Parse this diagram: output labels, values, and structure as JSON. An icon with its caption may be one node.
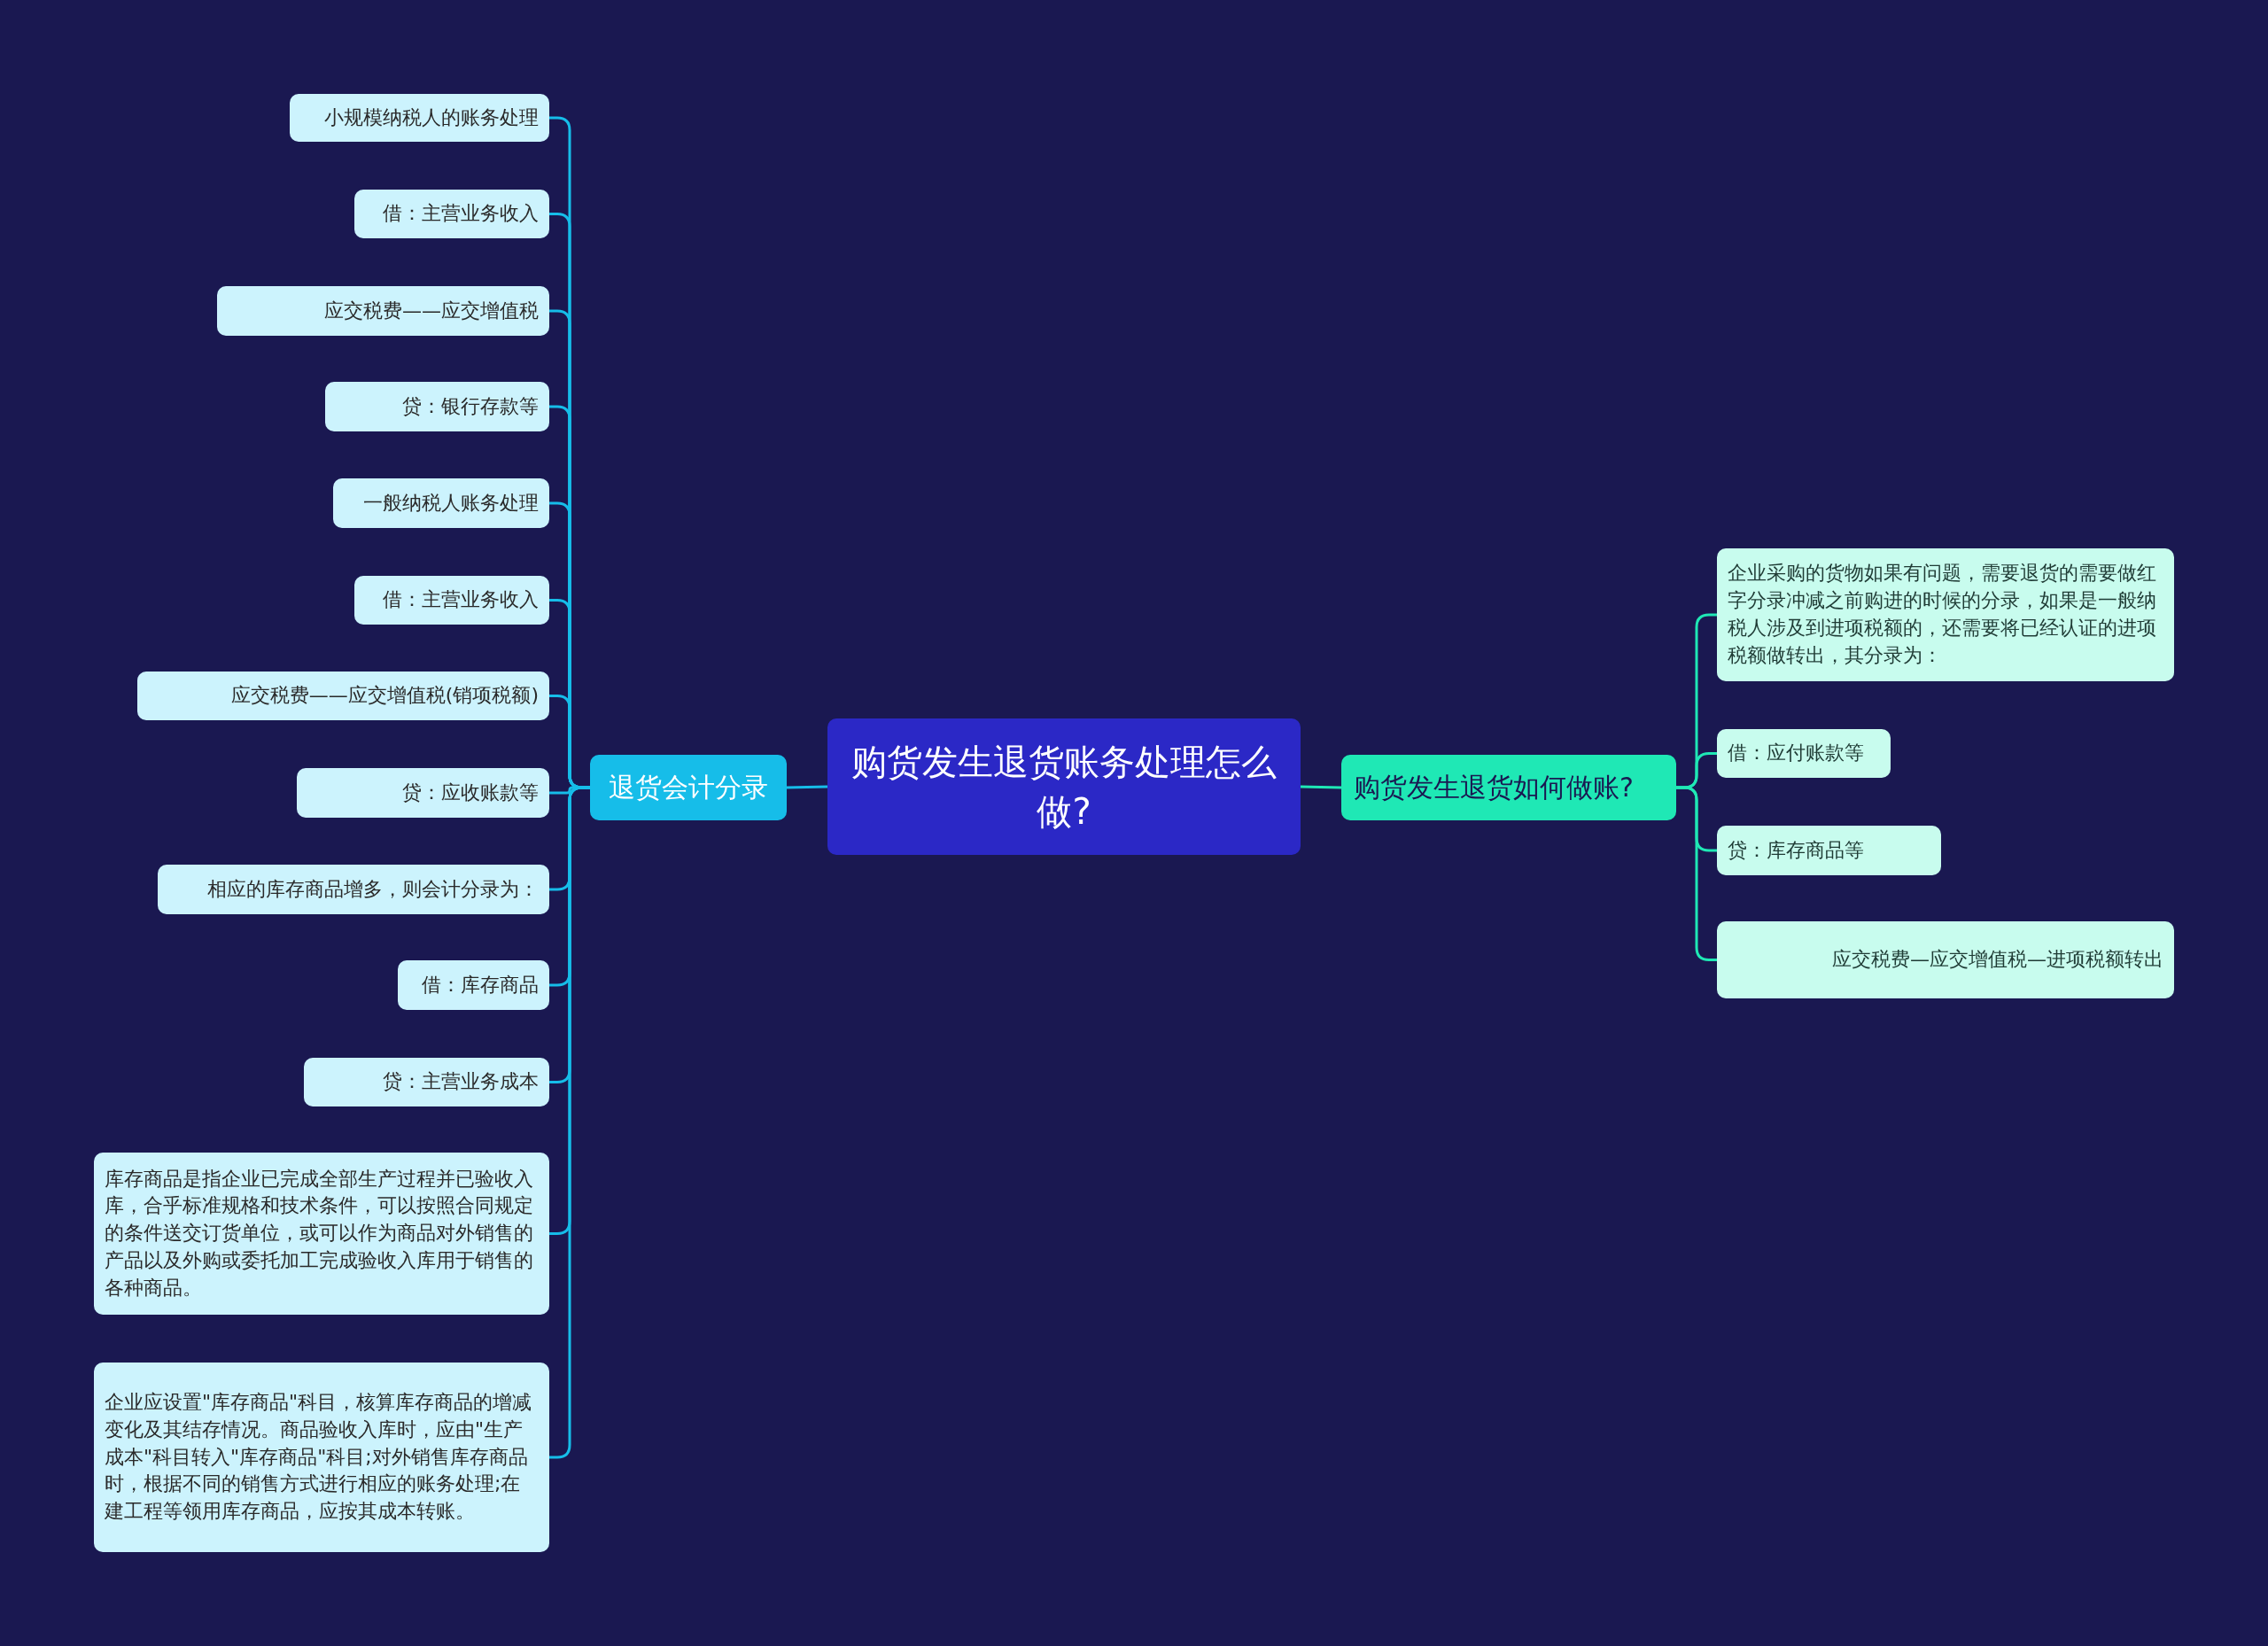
{
  "diagram": {
    "nodes": [
      {
        "text": [
          "购货发生退货账务处理怎么做?"
        ]
      },
      {
        "text": [
          "退货会计分录"
        ]
      },
      {
        "text": [
          "小规模纳税人的账务处理"
        ]
      },
      {
        "text": [
          "借：主营业务收入"
        ]
      },
      {
        "text": [
          "应交税费——应交增值税"
        ]
      },
      {
        "text": [
          "贷：银行存款等"
        ]
      },
      {
        "text": [
          "一般纳税人账务处理"
        ]
      },
      {
        "text": [
          "借：主营业务收入"
        ]
      },
      {
        "text": [
          "应交税费——应交增值税(销项税额)"
        ]
      },
      {
        "text": [
          "贷：应收账款等"
        ]
      },
      {
        "text": [
          "相应的库存商品增多，则会计分录为："
        ]
      },
      {
        "text": [
          "借：库存商品"
        ]
      },
      {
        "text": [
          "贷：主营业务成本"
        ]
      },
      {
        "text": [
          "库存商品是指企业已完成全部生产过程并已验收入库，合乎标准规格和技术条件，可以按照合同规定的条件送交订货单位，或可以作为商品对外销售的产品以及外购或委托加工完成验收入库用于销售的各种商品。"
        ]
      },
      {
        "text": [
          "企业应设置\"库存商品\"科目，核算库存商品的增减变化及其结存情况。商品验收入库时，应由\"生产成本\"科目转入\"库存商品\"科目;对外销售库存商品时，根据不同的销售方式进行相应的账务处理;在建工程等领用库存商品，应按其成本转账。"
        ]
      },
      {
        "text": [
          "购货发生退货如何做账?"
        ]
      },
      {
        "text": [
          "企业采购的货物如果有问题，需要退货的需要做红字分录冲减之前购进的时候的分录，如果是一般纳税人涉及到进项税额的，还需要将已经认证的进项税额做转出，其分录为："
        ]
      },
      {
        "text": [
          "借：应付账款等"
        ]
      },
      {
        "text": [
          "贷：库存商品等"
        ]
      },
      {
        "text": [
          "应交税费—应交增值税—进项税额转出"
        ]
      }
    ],
    "edges": [
      {
        "from": 0,
        "to": 1,
        "arrow": "none"
      },
      {
        "from": 0,
        "to": 15,
        "arrow": "none"
      },
      {
        "from": 1,
        "to": 2,
        "arrow": "none"
      },
      {
        "from": 1,
        "to": 3,
        "arrow": "none"
      },
      {
        "from": 1,
        "to": 4,
        "arrow": "none"
      },
      {
        "from": 1,
        "to": 5,
        "arrow": "none"
      },
      {
        "from": 1,
        "to": 6,
        "arrow": "none"
      },
      {
        "from": 1,
        "to": 7,
        "arrow": "none"
      },
      {
        "from": 1,
        "to": 8,
        "arrow": "none"
      },
      {
        "from": 1,
        "to": 9,
        "arrow": "none"
      },
      {
        "from": 1,
        "to": 10,
        "arrow": "none"
      },
      {
        "from": 1,
        "to": 11,
        "arrow": "none"
      },
      {
        "from": 1,
        "to": 12,
        "arrow": "none"
      },
      {
        "from": 1,
        "to": 13,
        "arrow": "none"
      },
      {
        "from": 1,
        "to": 14,
        "arrow": "none"
      },
      {
        "from": 15,
        "to": 16,
        "arrow": "none"
      },
      {
        "from": 15,
        "to": 17,
        "arrow": "none"
      },
      {
        "from": 15,
        "to": 18,
        "arrow": "none"
      },
      {
        "from": 15,
        "to": 19,
        "arrow": "none"
      }
    ]
  }
}
